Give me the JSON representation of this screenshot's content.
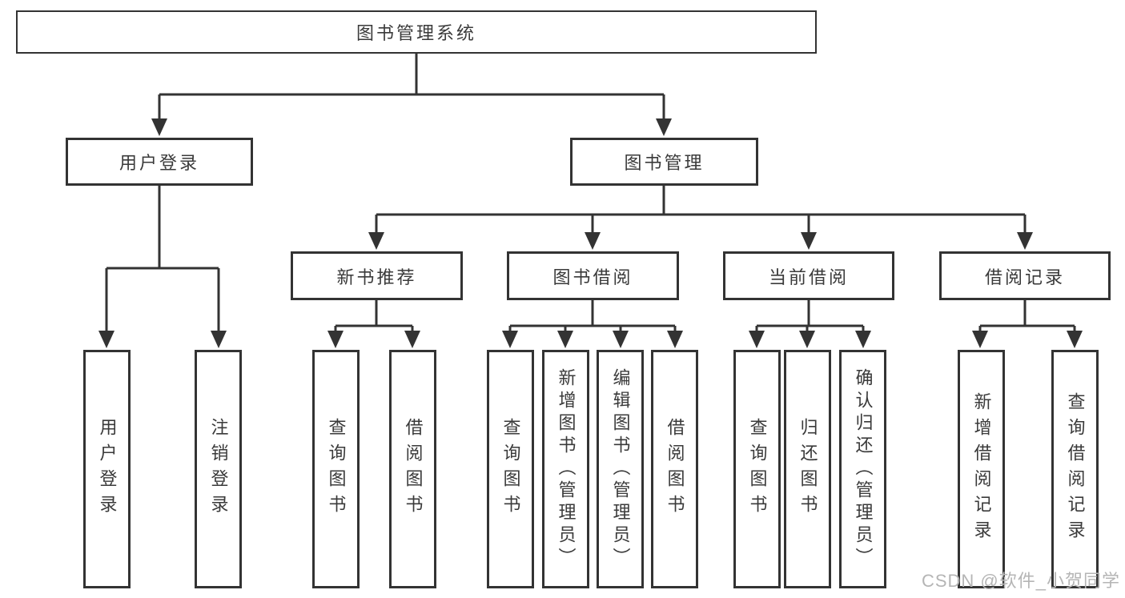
{
  "diagram": {
    "root": {
      "label": "图书管理系统"
    },
    "level2": [
      {
        "label": "用户登录"
      },
      {
        "label": "图书管理"
      }
    ],
    "level3": [
      {
        "label": "新书推荐",
        "parent": "图书管理"
      },
      {
        "label": "图书借阅",
        "parent": "图书管理"
      },
      {
        "label": "当前借阅",
        "parent": "图书管理"
      },
      {
        "label": "借阅记录",
        "parent": "图书管理"
      }
    ],
    "leaves": [
      {
        "label": "用户登录",
        "parent": "用户登录"
      },
      {
        "label": "注销登录",
        "parent": "用户登录"
      },
      {
        "label": "查询图书",
        "parent": "新书推荐"
      },
      {
        "label": "借阅图书",
        "parent": "新书推荐"
      },
      {
        "label": "查询图书",
        "parent": "图书借阅"
      },
      {
        "label": "新增图书（管理员）",
        "parent": "图书借阅"
      },
      {
        "label": "编辑图书（管理员）",
        "parent": "图书借阅"
      },
      {
        "label": "借阅图书",
        "parent": "图书借阅"
      },
      {
        "label": "查询图书",
        "parent": "当前借阅"
      },
      {
        "label": "归还图书",
        "parent": "当前借阅"
      },
      {
        "label": "确认归还（管理员）",
        "parent": "当前借阅"
      },
      {
        "label": "新增借阅记录",
        "parent": "借阅记录"
      },
      {
        "label": "查询借阅记录",
        "parent": "借阅记录"
      }
    ]
  },
  "watermark": {
    "text": "CSDN @软件_小贺同学"
  },
  "colors": {
    "line": "#333333",
    "box_border": "#333333",
    "text": "#3a3a3a",
    "watermark": "#b5b5b5",
    "background": "#ffffff"
  }
}
